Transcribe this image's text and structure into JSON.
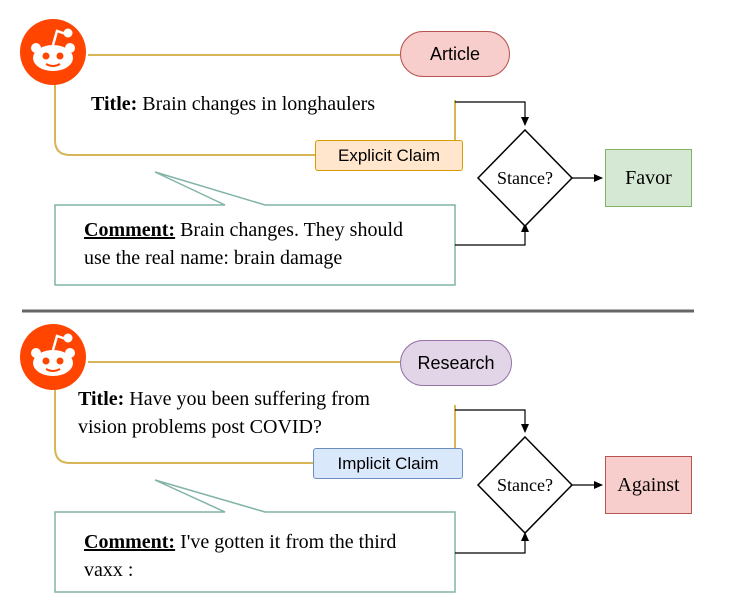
{
  "colors": {
    "post_border": "#d6b656",
    "comment_border": "#82b3a8",
    "reddit_orange": "#ff4500",
    "article_fill": "#f8cecc",
    "article_border": "#b85450",
    "research_fill": "#e1d5e7",
    "research_border": "#9673a6",
    "explicit_fill": "#ffe6cc",
    "explicit_border": "#d79b00",
    "implicit_fill": "#dae8fc",
    "implicit_border": "#6c8ebf",
    "favor_fill": "#d5e8d4",
    "favor_border": "#82b366",
    "against_fill": "#f8cecc",
    "against_border": "#b85450",
    "divider": "#666666"
  },
  "panels": [
    {
      "icon": "reddit-logo-icon",
      "source_label": "Article",
      "title_label": "Title:",
      "title_lines": [
        "Brain changes in longhaulers"
      ],
      "claim_label": "Explicit Claim",
      "comment_label": "Comment:",
      "comment_lines": [
        "Brain changes. They should",
        "use the real name: brain damage"
      ],
      "stance_label": "Stance?",
      "result_label": "Favor"
    },
    {
      "icon": "reddit-logo-icon",
      "source_label": "Research",
      "title_label": "Title:",
      "title_lines": [
        "Have you been suffering from",
        "vision problems post COVID?"
      ],
      "claim_label": "Implicit Claim",
      "comment_label": "Comment:",
      "comment_lines": [
        "I've gotten it from the third",
        "vaxx :"
      ],
      "stance_label": "Stance?",
      "result_label": "Against"
    }
  ]
}
